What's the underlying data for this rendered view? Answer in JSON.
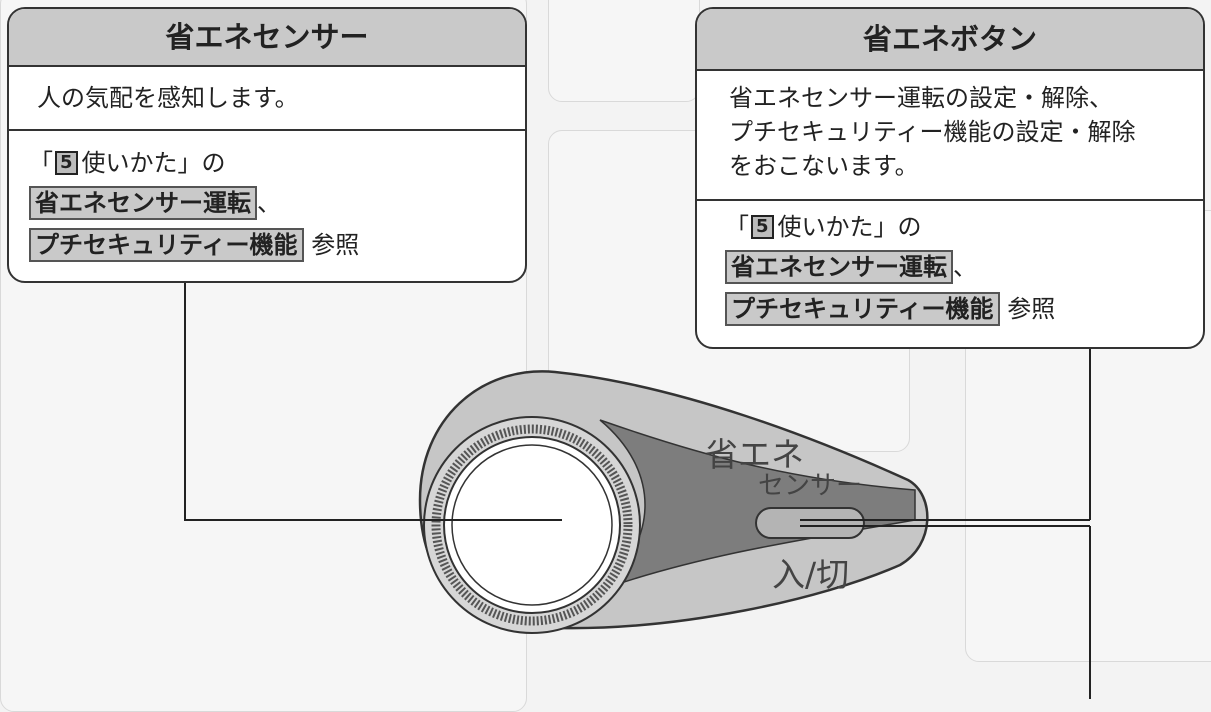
{
  "left_callout": {
    "title": "省エネセンサー",
    "description": "人の気配を感知します。",
    "ref_open": "「",
    "ref_number": "5",
    "ref_text": "使いかた」の",
    "link1": "省エネセンサー運転",
    "link1_suffix": "、",
    "link2": "プチセキュリティー機能",
    "ref_suffix": "参照"
  },
  "right_callout": {
    "title": "省エネボタン",
    "description_lines": [
      "省エネセンサー運転の設定・解除、",
      "プチセキュリティー機能の設定・解除",
      "をおこないます。"
    ],
    "ref_open": "「",
    "ref_number": "5",
    "ref_text": "使いかた」の",
    "link1": "省エネセンサー運転",
    "link1_suffix": "、",
    "link2": "プチセキュリティー機能",
    "ref_suffix": "参照"
  },
  "device": {
    "label_top_1": "省エネ",
    "label_top_2": "センサー",
    "label_bottom": "入/切"
  }
}
